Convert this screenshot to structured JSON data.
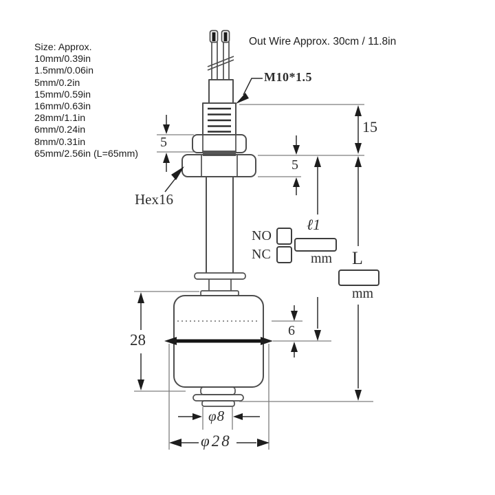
{
  "size_list": {
    "lines": [
      "Size: Approx.",
      "10mm/0.39in",
      "1.5mm/0.06in",
      "5mm/0.2in",
      "15mm/0.59in",
      "16mm/0.63in",
      "28mm/1.1in",
      "6mm/0.24in",
      "8mm/0.31in",
      "65mm/2.56in (L=65mm)"
    ]
  },
  "annotations": {
    "out_wire": "Out Wire Approx. 30cm / 11.8in",
    "thread_spec": "M10*1.5",
    "hex_label": "Hex16",
    "no": "NO",
    "nc": "NC",
    "l1_label": "ℓ1",
    "l1_unit": "mm",
    "length_label": "L",
    "length_unit": "mm"
  },
  "dims": {
    "thread_exposed": "15",
    "lock_nut_h": "5",
    "hex_nut_h": "5",
    "float_height": "28",
    "level_offset": "6",
    "stem_dia": "φ8",
    "float_dia": "φ28"
  },
  "colors": {
    "outline": "#4d4d4d",
    "dim_line": "#7d7d7d",
    "arrow": "#1d1d1d",
    "level_band": "#131313",
    "background": "#ffffff"
  }
}
